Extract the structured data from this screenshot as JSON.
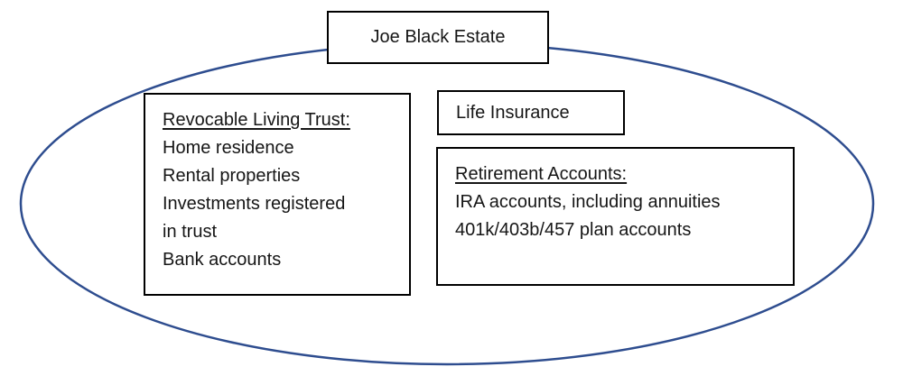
{
  "diagram": {
    "title_box": {
      "label": "Joe Black Estate"
    },
    "trust_box": {
      "heading": "Revocable Living Trust:",
      "lines": [
        "Home residence",
        "Rental properties",
        "Investments registered",
        "in trust",
        "Bank accounts"
      ]
    },
    "life_insurance_box": {
      "label": "Life Insurance"
    },
    "retirement_box": {
      "heading": "Retirement Accounts:",
      "lines": [
        "IRA accounts, including annuities",
        "401k/403b/457 plan accounts"
      ]
    },
    "colors": {
      "ellipse_stroke": "#2e4d8f",
      "box_border": "#000000",
      "text": "#161616",
      "background": "#ffffff"
    }
  }
}
